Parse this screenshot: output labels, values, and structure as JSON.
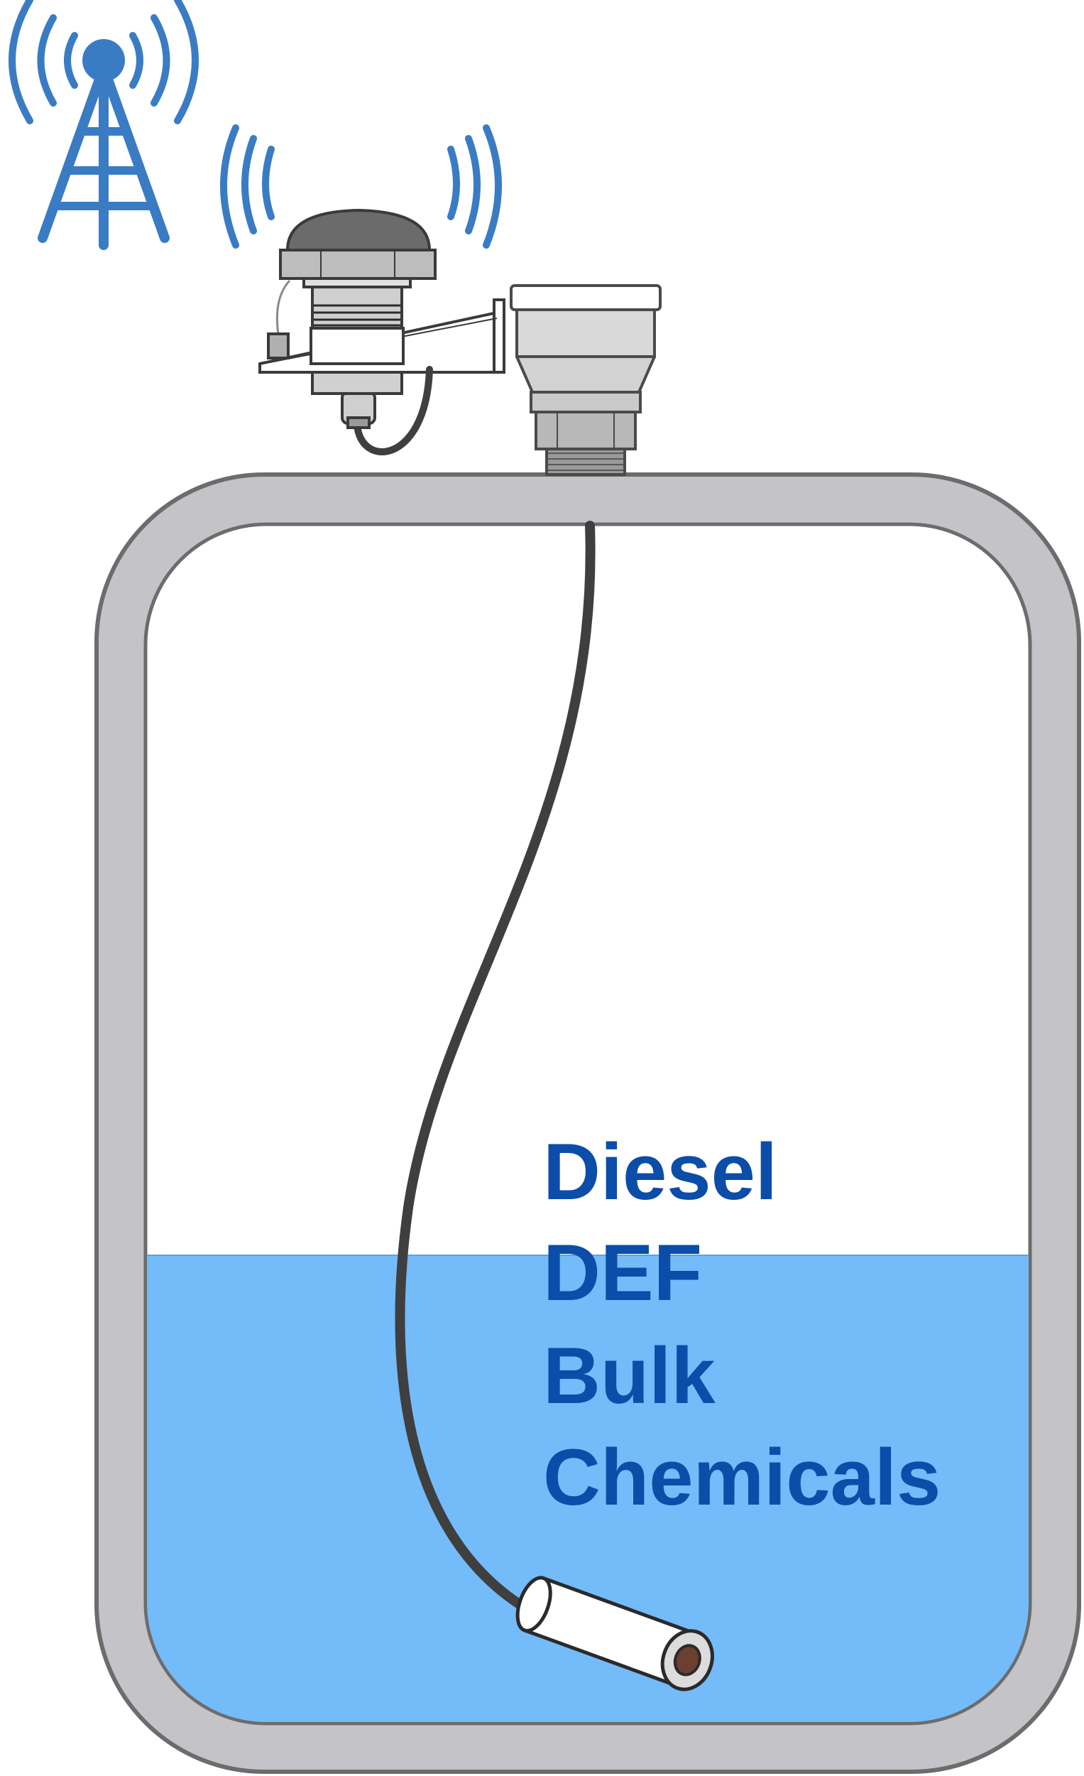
{
  "colors": {
    "tower": "#3a7cc4",
    "liquid": "#74bbfa",
    "label_text": "#0b4da9",
    "tank_wall": "#c3c3c8",
    "tank_outline": "#6c6c6c",
    "hardware_light": "#d9d9d9",
    "hardware_dark": "#6b6b6b",
    "cable": "#3f3f3f",
    "probe_body": "#ffffff",
    "probe_tip": "#6b4030"
  },
  "icons": {
    "tower": "radio-tower-icon",
    "signal": "wireless-signal-icon",
    "gateway": "antenna-gateway",
    "sensor": "level-sensor-housing",
    "probe": "submersible-probe"
  },
  "tank": {
    "liquid_fill_fraction": 0.39,
    "labels": [
      "Diesel",
      "DEF",
      "Bulk",
      "Chemicals"
    ]
  }
}
